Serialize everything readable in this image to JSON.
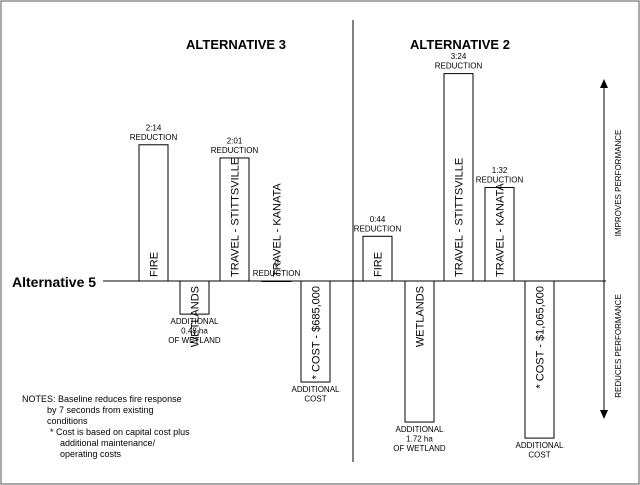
{
  "chart_data": {
    "type": "bar",
    "baseline_label": "Alternative 5",
    "panels": [
      {
        "title": "ALTERNATIVE 3",
        "bars": [
          {
            "label": "FIRE",
            "direction": "up",
            "value": 2.233,
            "annotation": [
              "2:14",
              "REDUCTION"
            ]
          },
          {
            "label": "WETLANDS",
            "direction": "down",
            "value": 0.48,
            "annotation": [
              "ADDITIONAL",
              "0.48 ha",
              "OF WETLAND"
            ]
          },
          {
            "label": "TRAVEL - STITTSVILLE",
            "direction": "up",
            "value": 2.017,
            "annotation": [
              "2:01",
              "REDUCTION"
            ]
          },
          {
            "label": "TRAVEL - KANATA",
            "direction": "up",
            "value": 0,
            "annotation": [
              "0",
              "REDUCTION"
            ]
          },
          {
            "label": "* COST - $685,000",
            "direction": "down",
            "value": 685000,
            "annotation": [
              "ADDITIONAL",
              "COST"
            ]
          }
        ]
      },
      {
        "title": "ALTERNATIVE 2",
        "bars": [
          {
            "label": "FIRE",
            "direction": "up",
            "value": 0.733,
            "annotation": [
              "0:44",
              "REDUCTION"
            ]
          },
          {
            "label": "WETLANDS",
            "direction": "down",
            "value": 1.72,
            "annotation": [
              "ADDITIONAL",
              "1.72 ha",
              "OF WETLAND"
            ]
          },
          {
            "label": "TRAVEL - STITTSVILLE",
            "direction": "up",
            "value": 3.4,
            "annotation": [
              "3:24",
              "REDUCTION"
            ]
          },
          {
            "label": "TRAVEL - KANATA",
            "direction": "up",
            "value": 1.533,
            "annotation": [
              "1:32",
              "REDUCTION"
            ]
          },
          {
            "label": "* COST - $1,065,000",
            "direction": "down",
            "value": 1065000,
            "annotation": [
              "ADDITIONAL",
              "COST"
            ]
          }
        ]
      }
    ],
    "axis_labels": {
      "up": "IMPROVES PERFORMANCE",
      "down": "REDUCES PERFORMANCE"
    }
  },
  "notes": [
    "NOTES: Baseline reduces fire response",
    "by 7 seconds from existing",
    "conditions",
    "* Cost is based on capital cost plus",
    "additional maintenance/",
    "operating costs"
  ]
}
